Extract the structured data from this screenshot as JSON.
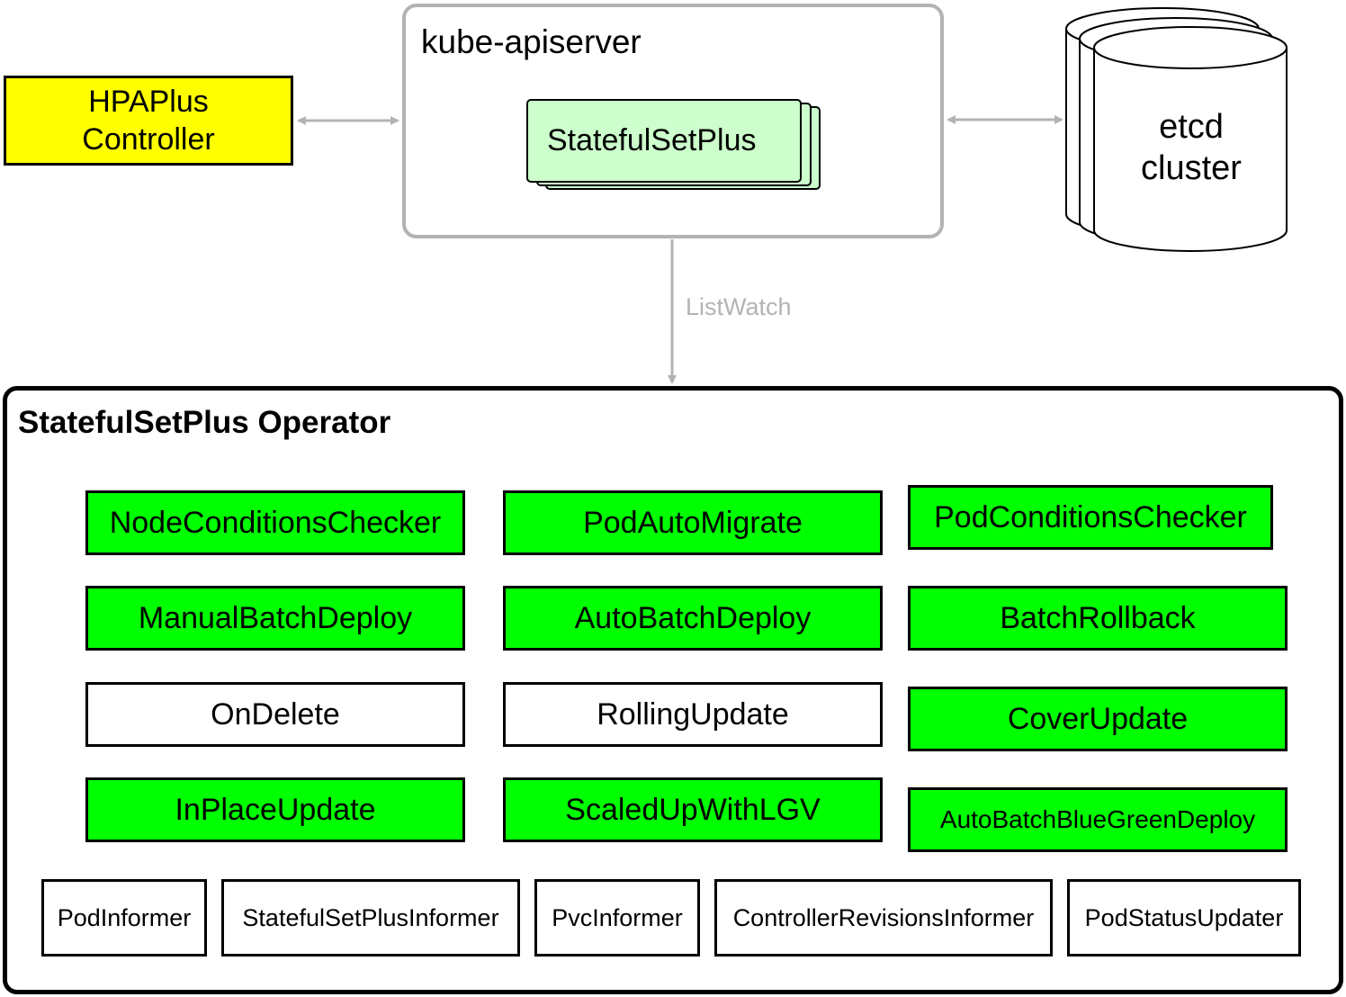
{
  "hpaplus": {
    "line1": "HPAPlus",
    "line2": "Controller"
  },
  "apiserver": {
    "title": "kube-apiserver",
    "resource": "StatefulSetPlus"
  },
  "etcd": {
    "line1": "etcd",
    "line2": "cluster"
  },
  "listwatch_label": "ListWatch",
  "operator": {
    "title": "StatefulSetPlus Operator",
    "components": [
      {
        "label": "NodeConditionsChecker",
        "highlight": true
      },
      {
        "label": "PodAutoMigrate",
        "highlight": true
      },
      {
        "label": "PodConditionsChecker",
        "highlight": true
      },
      {
        "label": "ManualBatchDeploy",
        "highlight": true
      },
      {
        "label": "AutoBatchDeploy",
        "highlight": true
      },
      {
        "label": "BatchRollback",
        "highlight": true
      },
      {
        "label": "OnDelete",
        "highlight": false
      },
      {
        "label": "RollingUpdate",
        "highlight": false
      },
      {
        "label": "CoverUpdate",
        "highlight": true
      },
      {
        "label": "InPlaceUpdate",
        "highlight": true
      },
      {
        "label": "ScaledUpWithLGV",
        "highlight": true
      },
      {
        "label": "AutoBatchBlueGreenDeploy",
        "highlight": true
      }
    ],
    "informers": [
      "PodInformer",
      "StatefulSetPlusInformer",
      "PvcInformer",
      "ControllerRevisionsInformer",
      "PodStatusUpdater"
    ]
  },
  "colors": {
    "highlight": "#00ff00",
    "hpaplus": "#ffff00",
    "resource_card": "#ccffcc",
    "connector": "#b3b3b3"
  }
}
